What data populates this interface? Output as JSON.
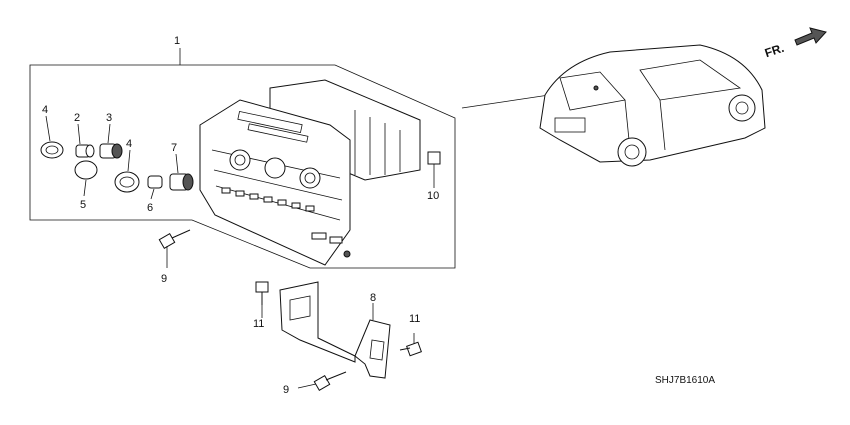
{
  "diagram": {
    "code": "SHJ7B1610A",
    "direction_label": "FR.",
    "callouts": [
      {
        "id": "c1",
        "label": "1"
      },
      {
        "id": "c2",
        "label": "2"
      },
      {
        "id": "c3",
        "label": "3"
      },
      {
        "id": "c4a",
        "label": "4"
      },
      {
        "id": "c4b",
        "label": "4"
      },
      {
        "id": "c5",
        "label": "5"
      },
      {
        "id": "c6",
        "label": "6"
      },
      {
        "id": "c7",
        "label": "7"
      },
      {
        "id": "c8",
        "label": "8"
      },
      {
        "id": "c9a",
        "label": "9"
      },
      {
        "id": "c9b",
        "label": "9"
      },
      {
        "id": "c10",
        "label": "10"
      },
      {
        "id": "c11a",
        "label": "11"
      },
      {
        "id": "c11b",
        "label": "11"
      }
    ]
  }
}
